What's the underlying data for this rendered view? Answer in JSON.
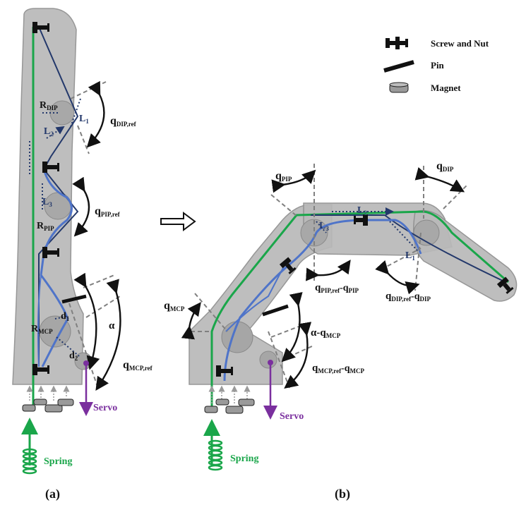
{
  "legend": {
    "screw_and_nut": "Screw and Nut",
    "pin": "Pin",
    "magnet": "Magnet"
  },
  "labels": {
    "servo": "Servo",
    "spring": "Spring"
  },
  "panels": {
    "a": "(a)",
    "b": "(b)"
  },
  "colors": {
    "finger_body": "#b9b9b9",
    "finger_edge": "#8f8f8f",
    "tendon_green": "#1aa64a",
    "tendon_blue": "#4f74c9",
    "tendon_dark": "#23386b",
    "servo_purple": "#7a2f9e",
    "dashed": "#808080"
  },
  "panel_a": {
    "r_dip": "R",
    "r_dip_sub": "DIP",
    "r_pip": "R",
    "r_pip_sub": "PIP",
    "r_mcp": "R",
    "r_mcp_sub": "MCP",
    "l1": "L",
    "l1_sub": "1",
    "l2": "L",
    "l2_sub": "2",
    "l3": "L",
    "l3_sub": "3",
    "d1": "d",
    "d1_sub": "1",
    "d2": "d",
    "d2_sub": "2",
    "q_dip_ref": "q",
    "q_dip_ref_sub": "DIP,ref",
    "q_pip_ref": "q",
    "q_pip_ref_sub": "PIP,ref",
    "q_mcp_ref": "q",
    "q_mcp_ref_sub": "MCP,ref",
    "alpha": "α"
  },
  "panel_b": {
    "q_pip": "q",
    "q_pip_sub": "PIP",
    "q_dip": "q",
    "q_dip_sub": "DIP",
    "q_mcp": "q",
    "q_mcp_sub": "MCP",
    "l1": "L",
    "l1_sub": "1",
    "l2": "L",
    "l2_sub": "2",
    "l3": "L",
    "l3_sub": "3",
    "pip_diff": "q",
    "pip_diff_sub1": "PIP,ref",
    "pip_diff_mid": "-q",
    "pip_diff_sub2": "PIP",
    "dip_diff": "q",
    "dip_diff_sub1": "DIP,ref",
    "dip_diff_mid": "-q",
    "dip_diff_sub2": "DIP",
    "alpha_diff": "α-q",
    "alpha_diff_sub": "MCP",
    "mcp_diff": "q",
    "mcp_diff_sub1": "MCP,ref",
    "mcp_diff_mid": "-q",
    "mcp_diff_sub2": "MCP"
  }
}
